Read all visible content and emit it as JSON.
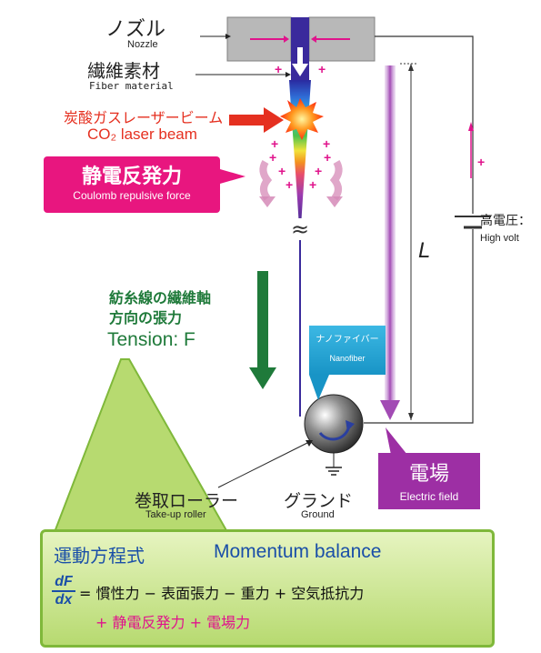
{
  "labels": {
    "nozzle_jp": "ノズル",
    "nozzle_en": "Nozzle",
    "fiber_jp": "繊維素材",
    "fiber_en": "Fiber material",
    "laser_jp": "炭酸ガスレーザービーム",
    "laser_en": "CO₂ laser beam",
    "coulomb_jp": "静電反発力",
    "coulomb_en": "Coulomb repulsive force",
    "tension_jp1": "紡糸線の繊維軸",
    "tension_jp2": "方向の張力",
    "tension_en": "Tension: F",
    "nanofiber_jp": "ナノファイバー",
    "nanofiber_en": "Nanofiber",
    "hv_jp": "高電圧：",
    "hv_en": "High volt",
    "length_symbol": "L",
    "roller_jp": "巻取ローラー",
    "roller_en": "Take-up roller",
    "ground_jp": "グランド",
    "ground_en": "Ground",
    "ef_jp": "電場",
    "ef_en": "Electric field",
    "break_symbol": "≈",
    "plus": "+"
  },
  "momentum": {
    "title_jp": "運動方程式",
    "title_en": "Momentum balance",
    "lhs_num": "dF",
    "lhs_den": "dx",
    "rhs_line1": "= 慣性力 − 表面張力 − 重力 + 空気抵抗力",
    "rhs_line2": "+ 静電反発力 + 電場力"
  },
  "colors": {
    "coulomb_box": "#e8167f",
    "nanofiber_box": "#1894c6",
    "electric_field_box": "#9d2fa4",
    "tension_arrow": "#1f7a3a",
    "laser_arrow": "#e53020",
    "momentum_box_border": "#7fb83a"
  }
}
